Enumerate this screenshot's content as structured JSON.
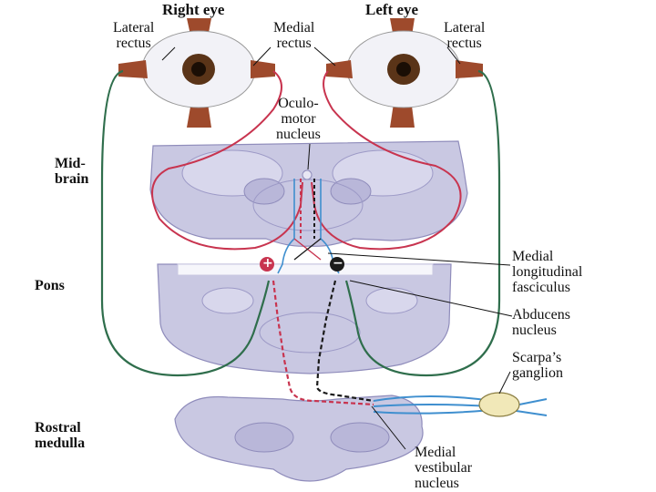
{
  "eyes": {
    "right": {
      "title": "Right eye"
    },
    "left": {
      "title": "Left eye"
    }
  },
  "labels": {
    "lateral_rectus_right": [
      "Lateral",
      "rectus"
    ],
    "medial_rectus": [
      "Medial",
      "rectus"
    ],
    "lateral_rectus_left": [
      "Lateral",
      "rectus"
    ],
    "oculomotor_nucleus": [
      "Oculo-",
      "motor",
      "nucleus"
    ],
    "midbrain": [
      "Mid-",
      "brain"
    ],
    "pons": "Pons",
    "rostral_medulla": [
      "Rostral",
      "medulla"
    ],
    "mlf": [
      "Medial",
      "longitudinal",
      "fasciculus"
    ],
    "abducens": [
      "Abducens",
      "nucleus"
    ],
    "scarpa": [
      "Scarpa’s",
      "ganglion"
    ],
    "mvn": [
      "Medial",
      "vestibular",
      "nucleus"
    ],
    "plus_sign": "+",
    "minus_sign": "−"
  },
  "colors": {
    "brain_tissue": "#c9c8e2",
    "brain_outline": "#8f8cbb",
    "excitatory_path": "#c8344f",
    "lateral_path": "#2f6e4c",
    "inhibitory_path": "#1b1b1b",
    "vestibular_nerve": "#3f8fcf",
    "muscle": "#9e4a2c",
    "iris": "#5a3418",
    "ganglion": "#f1e8b8"
  }
}
